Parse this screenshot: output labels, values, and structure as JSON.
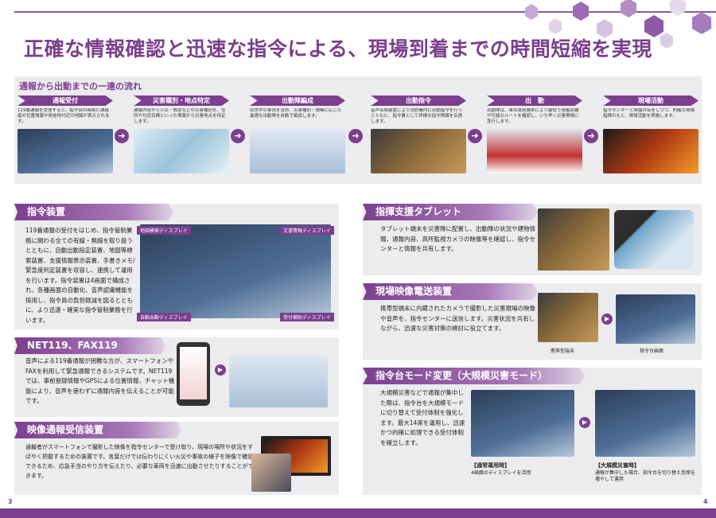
{
  "headline": "正確な情報確認と迅速な指令による、現場到着までの時間短縮を実現",
  "flow": {
    "title": "通報から出動までの一連の流れ",
    "steps": [
      {
        "label": "通報受付",
        "desc": "119番通報を受信すると、指令台の画面に通報者の位置情報や発信地付近の地図が表示されます。"
      },
      {
        "label": "災害種別・地点特定",
        "desc": "通報内容から火災・救急などの災害種別を、住所や付近目標といった情報から災害地点を特定します。"
      },
      {
        "label": "出動隊編成",
        "desc": "出先中の車両を含め、災害種別・規模に応じた最適な出動隊を自動で編成します。"
      },
      {
        "label": "出動指令",
        "desc": "音声合成装置により消防署内に出動指令を行うとともに、指令書として詳細な指令情報を伝達します。"
      },
      {
        "label": "出　動",
        "desc": "出動隊は、車両運用端末により最短で現着距離が可能なルートを確認し、いち早く災害現場に急行します。"
      },
      {
        "label": "現場活動",
        "desc": "指令センターと情報共有をしつつ、的確な現場指揮のもと、現場活動を実施します。"
      }
    ]
  },
  "panels": {
    "command": {
      "title": "指令装置",
      "text": "119番通報の受付をはじめ、指令管制業務に関わる全ての有線・無線を取り扱うとともに、自動出動指定装置、地図等検索装置、支援情報表示装置、手書きメモ/緊急度判定装置を収容し、連携して運用を行います。指令装置は4画面で構成され、各種画面の自動化、音声認識機能を採用し、指令員の負担軽減を図るとともに、より迅速・確実な指令管制業務を行います。",
      "captions": [
        "地図検索ディスプレイ",
        "文書情報ディスプレイ",
        "自動出動ディスプレイ",
        "受付補助ディスプレイ"
      ]
    },
    "net119": {
      "title": "NET119、FAX119",
      "text": "音声による119番通報が困難な方が、スマートフォンやFAXを利用して緊急通報できるシステムです。NET119では、事前登録情報やGPSによる位置情報、チャット機能により、音声を使わずに通報内容を伝えることが可能です。"
    },
    "video": {
      "title": "映像通報受信装置",
      "text": "通報者がスマートフォンで撮影した映像を指令センターで受け取り、現場の場所や状況をすばやく把握するための装置です。言葉だけでは伝わりにくい火災や事故の様子を映像で確認できるため、応急手当のやり方を伝えたり、必要な車両を迅速に出動させたりすることができます。"
    },
    "tablet": {
      "title": "指揮支援タブレット",
      "text": "タブレット端末を災害隊に配置し、出動隊の状況や建物情報、通報内容、高所監視カメラの映像等を確認し、指令センターと情報を共有します。"
    },
    "live": {
      "title": "現場映像電送装置",
      "text": "携帯型端末に内蔵されたカメラで撮影した災害現場の映像や音声を、指令センターに送信します。災害状況を共有しながら、迅速な災害対策の検討に役立てます。",
      "captions": [
        "携帯型端末",
        "指令台画面"
      ]
    },
    "mode": {
      "title": "指令台モード変更（大規模災害モード）",
      "text": "大規模災害などで通報が集中した際は、指令台を大規模モードに切り替えて受付体制を強化します。最大14席を運用し、迅速かつ的確に処理できる受付体制を確立します。",
      "normal_label": "【通常運用時】",
      "normal_desc": "4画面のディスプレイを活用",
      "large_label": "【大規模災害時】",
      "large_desc": "通報が集中した場合、指令台を切り替え受席を増やして運用"
    }
  },
  "page_left": "3",
  "page_right": "4",
  "colors": {
    "accent": "#7b3f8e",
    "panel": "#ececef"
  }
}
